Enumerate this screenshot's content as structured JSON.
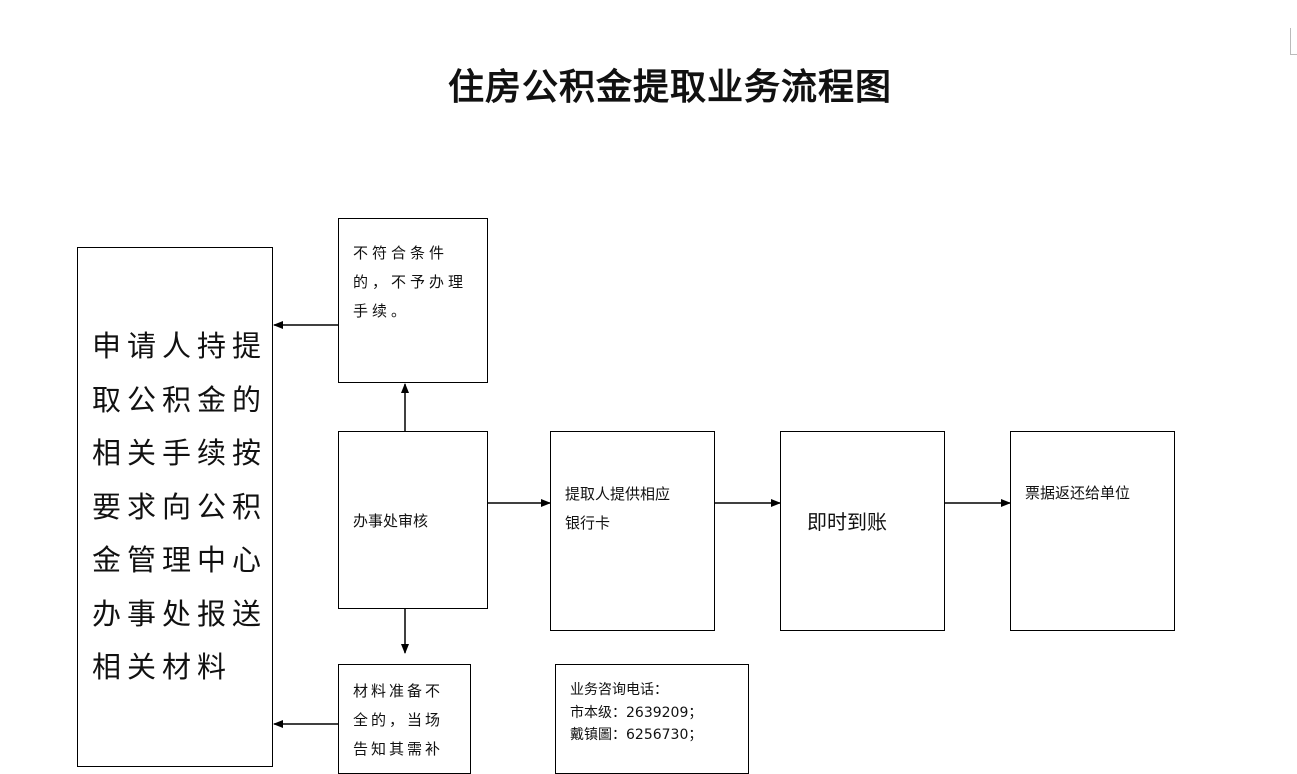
{
  "title": "住房公积金提取业务流程图",
  "nodes": {
    "applicant": [
      "申请人持提",
      "取公积金的",
      "相关手续按",
      "要求向公积",
      "金管理中心",
      "办事处报送",
      "相关材料"
    ],
    "reject": [
      "不符合条件",
      "的，不予办理",
      "手续。"
    ],
    "review": "办事处审核",
    "incomplete": [
      "材料准备不",
      "全的，当场",
      "告知其需补"
    ],
    "bankcard": [
      "提取人提供相应",
      "银行卡"
    ],
    "instant": "即时到账",
    "receipt": "票据返还给单位",
    "hotline": [
      "业务咨询电话：",
      "市本级：2639209；",
      "戴镇圖：6256730；"
    ]
  }
}
